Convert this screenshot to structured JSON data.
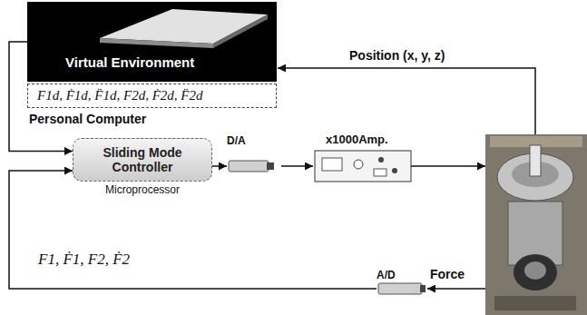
{
  "diagram": {
    "nodes": [
      {
        "text": [
          "Virtual Environment"
        ]
      },
      {
        "text": [
          "F1d, Ḟ1d, F̈1d, F2d, Ḟ2d, F̈2d"
        ]
      },
      {
        "text": [
          "Sliding Mode Controller",
          "Microprocessor"
        ]
      },
      {
        "text": [
          "D/A"
        ]
      },
      {
        "text": [
          "x1000Amp."
        ]
      },
      {
        "text": [
          "A/D"
        ]
      }
    ],
    "edges": [
      {
        "from": 0,
        "to": 2,
        "arrow": "to"
      },
      {
        "from": 2,
        "to": 3,
        "arrow": "to"
      },
      {
        "from": 3,
        "to": 4,
        "arrow": "to"
      },
      {
        "from": 5,
        "to": 2,
        "arrow": "to",
        "label": "F1, Ḟ1, F2, Ḟ2"
      }
    ],
    "labels": [
      "Personal Computer",
      "Position (x, y, z)",
      "Force"
    ]
  }
}
